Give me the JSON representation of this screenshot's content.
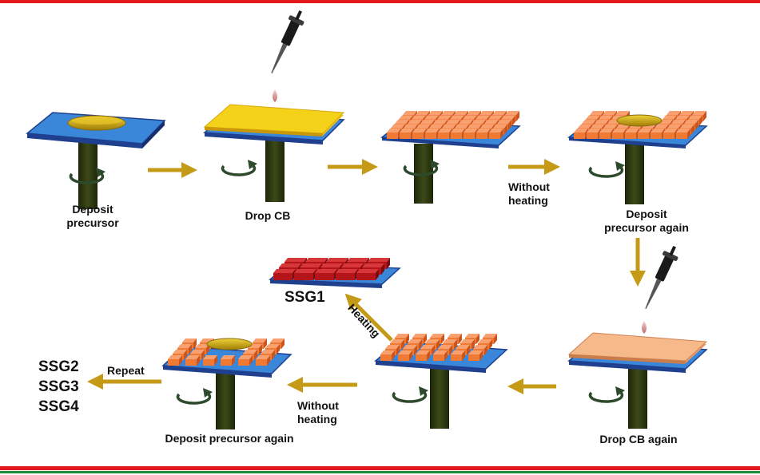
{
  "colors": {
    "frame_red": "#e3191c",
    "frame_green": "#1f8b3a",
    "substrate_blue": "#3a86d8",
    "substrate_edge": "#1f3f8f",
    "cb_film_yellow": "#f5d21a",
    "cb_film_peach": "#f6b98a",
    "precursor_gold": "#c9a10c",
    "crystal_orange": "#f07a33",
    "crystal_red": "#b3151a",
    "spinner_shaft": "#2d3a12",
    "arrow_gold": "#c59a17",
    "droplet": "#d88a8a"
  },
  "labels": {
    "step1": [
      "Deposit",
      "precursor"
    ],
    "step2": "Drop CB",
    "arrow3": [
      "Without",
      "heating"
    ],
    "step4": [
      "Deposit",
      "precursor again"
    ],
    "step5": "Drop CB again",
    "arrow6": [
      "Without",
      "heating"
    ],
    "step7": "Deposit precursor again",
    "heating": "Heating",
    "repeat": "Repeat",
    "ssg1": "SSG1",
    "ssg_more": [
      "SSG2",
      "SSG3",
      "SSG4"
    ]
  }
}
